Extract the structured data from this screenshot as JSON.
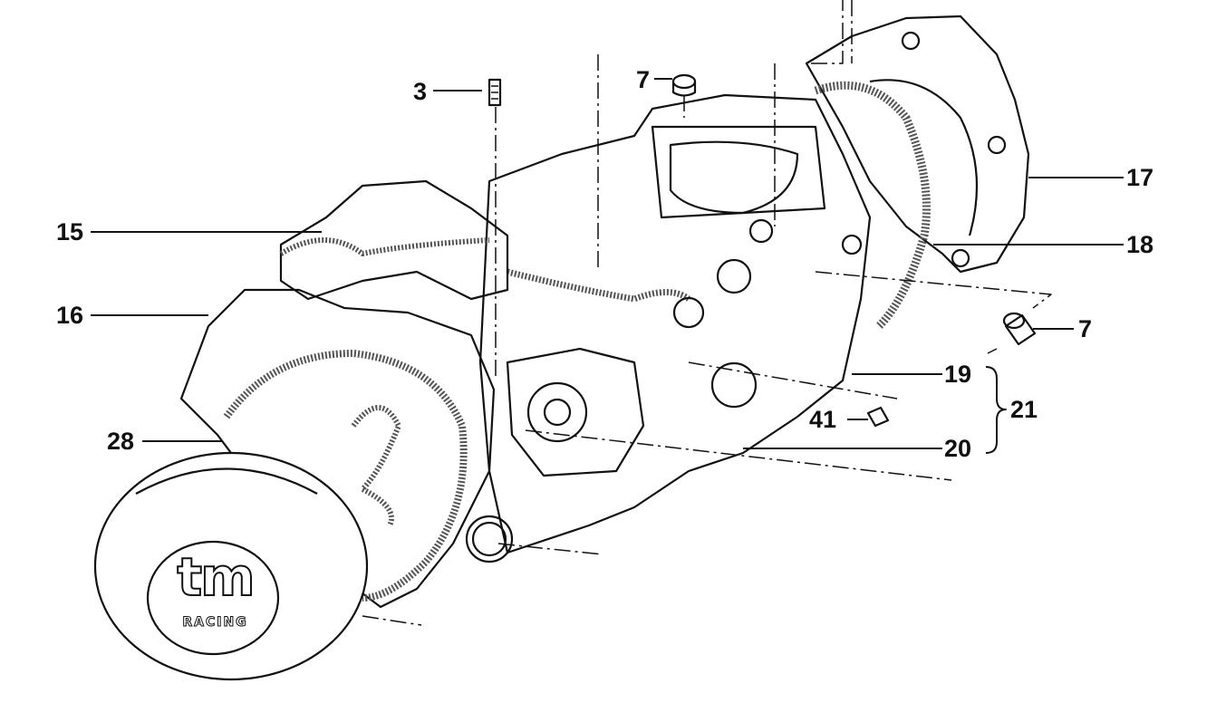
{
  "diagram": {
    "callouts": [
      {
        "id": "c3",
        "text": "3"
      },
      {
        "id": "c7a",
        "text": "7"
      },
      {
        "id": "c15",
        "text": "15"
      },
      {
        "id": "c16",
        "text": "16"
      },
      {
        "id": "c17",
        "text": "17"
      },
      {
        "id": "c18",
        "text": "18"
      },
      {
        "id": "c7b",
        "text": "7"
      },
      {
        "id": "c19",
        "text": "19"
      },
      {
        "id": "c21",
        "text": "21"
      },
      {
        "id": "c41",
        "text": "41"
      },
      {
        "id": "c20",
        "text": "20"
      },
      {
        "id": "c28",
        "text": "28"
      }
    ],
    "logo": {
      "main": "tm",
      "sub": "RACING"
    },
    "colors": {
      "ink": "#111111",
      "paper": "#ffffff",
      "gasket": "#666666"
    }
  }
}
